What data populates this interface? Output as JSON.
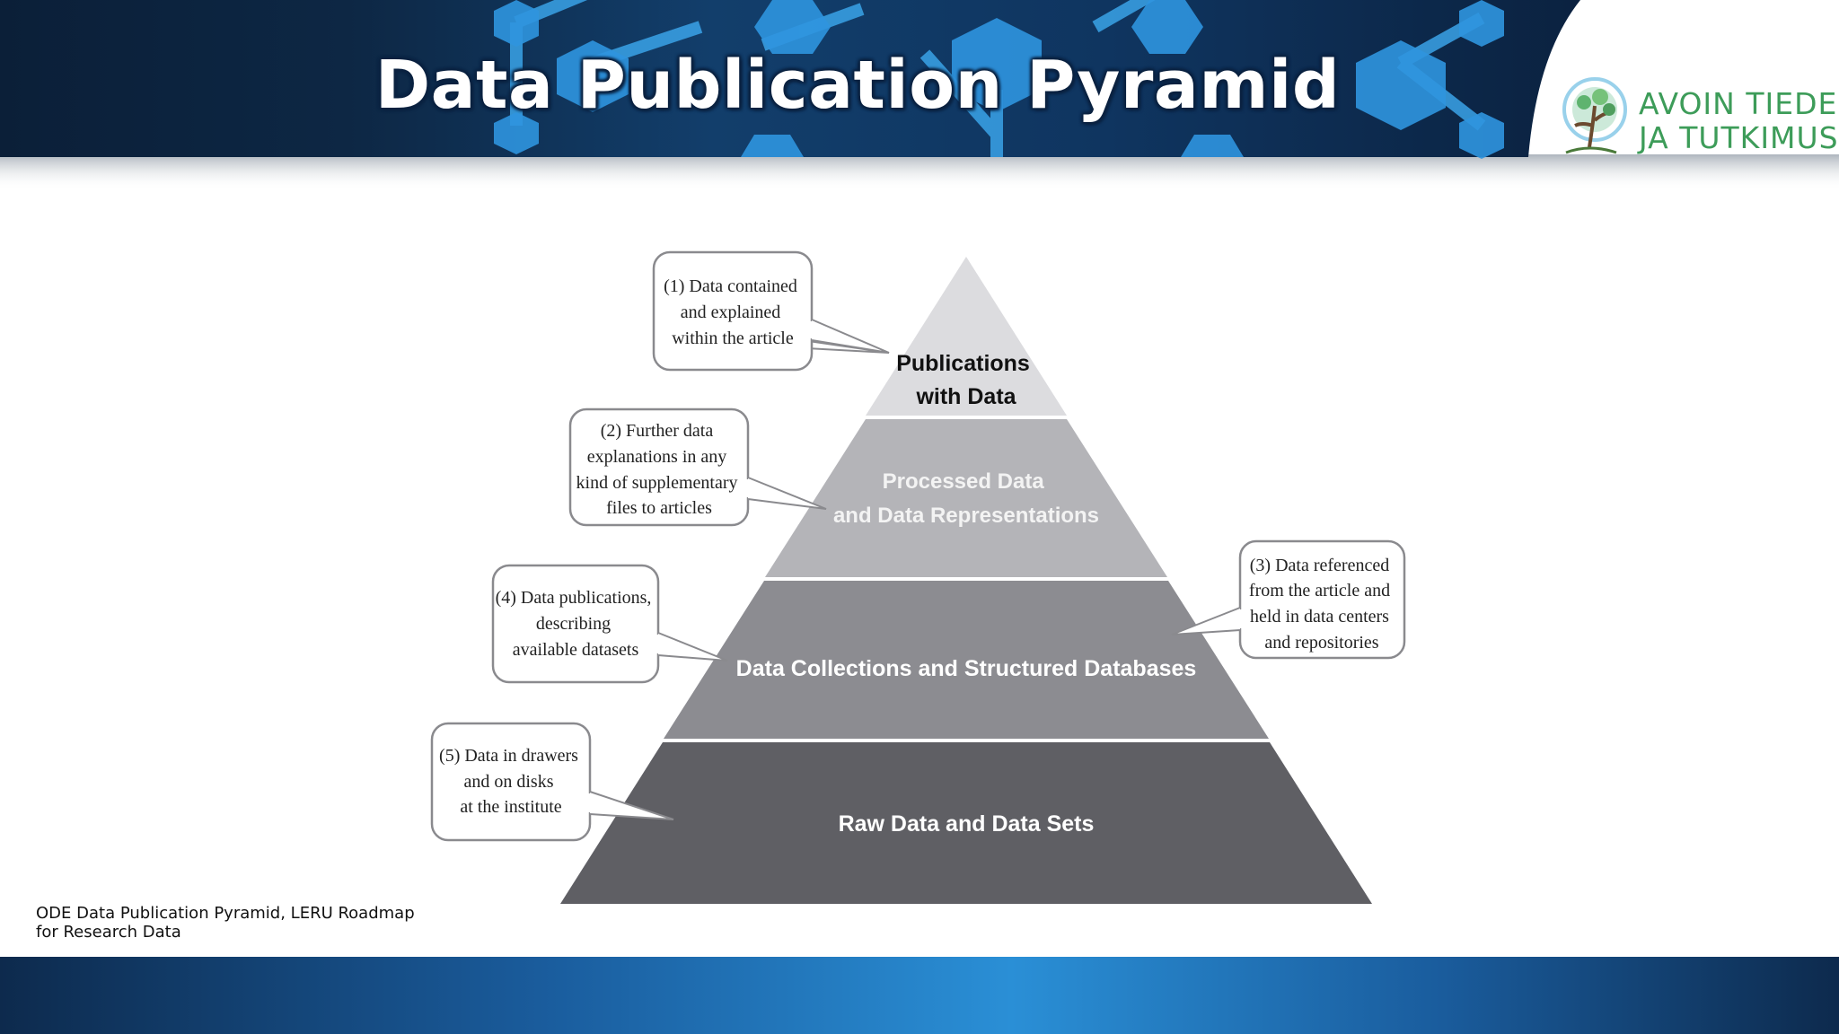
{
  "slide": {
    "title": "Data Publication Pyramid",
    "caption_lines": [
      "ODE Data Publication Pyramid, LERU Roadmap",
      "for Research Data"
    ]
  },
  "logo": {
    "line1": "AVOIN TIEDE",
    "line2": "JA TUTKIMUS",
    "color": "#3d9c59"
  },
  "pyramid": {
    "tiers": [
      {
        "lines": [
          "Publications",
          "with Data"
        ],
        "fill": "#dcdcdf",
        "text_color": "#111111"
      },
      {
        "lines": [
          "Processed Data",
          "and Data Representations"
        ],
        "fill": "#b4b4b8",
        "text_color": "#f3f3f3"
      },
      {
        "lines": [
          "Data Collections and Structured Databases"
        ],
        "fill": "#8c8c91",
        "text_color": "#ffffff"
      },
      {
        "lines": [
          "Raw Data and Data Sets"
        ],
        "fill": "#5f5f64",
        "text_color": "#ffffff"
      }
    ],
    "callouts": [
      {
        "id": "1",
        "lines": [
          "(1) Data contained",
          "and explained",
          "within the article"
        ]
      },
      {
        "id": "2",
        "lines": [
          "(2) Further data",
          "explanations in any",
          "kind of supplementary",
          "files to articles"
        ]
      },
      {
        "id": "3",
        "lines": [
          "(3) Data referenced",
          "from the article and",
          "held in data centers",
          "and repositories"
        ]
      },
      {
        "id": "4",
        "lines": [
          "(4) Data publications,",
          "describing",
          "available datasets"
        ]
      },
      {
        "id": "5",
        "lines": [
          "(5) Data in drawers",
          "and on disks",
          "at the institute"
        ]
      }
    ]
  },
  "colors": {
    "banner_dark": "#0b1f38",
    "hexagon_blue": "#2a8fd6",
    "callout_border": "#8a8a8e"
  }
}
